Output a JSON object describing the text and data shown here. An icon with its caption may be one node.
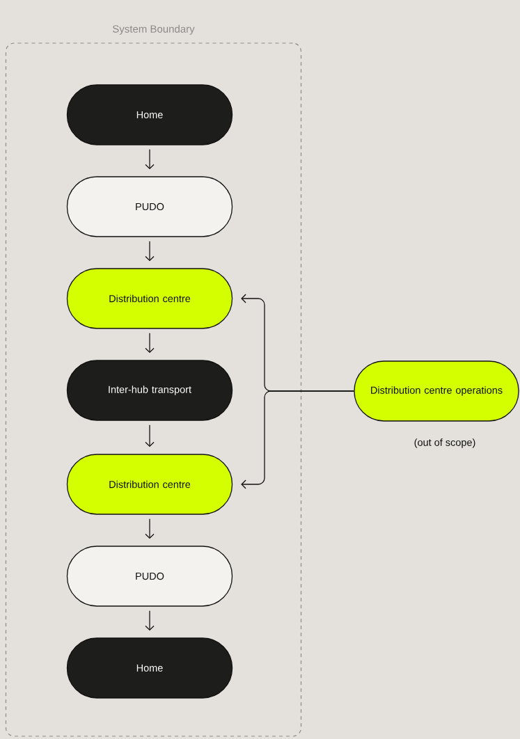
{
  "diagram": {
    "nodes": [
      {
        "text": [
          "System Boundary"
        ]
      },
      {
        "text": [
          "Home"
        ],
        "in": 0
      },
      {
        "text": [
          "PUDO"
        ],
        "in": 0
      },
      {
        "text": [
          "Distribution centre"
        ],
        "in": 0
      },
      {
        "text": [
          "Inter-hub transport"
        ],
        "in": 0
      },
      {
        "text": [
          "Distribution centre"
        ],
        "in": 0
      },
      {
        "text": [
          "PUDO"
        ],
        "in": 0
      },
      {
        "text": [
          "Home"
        ],
        "in": 0
      },
      {
        "text": [
          "Distribution centre operations"
        ],
        "beside": [
          "(out of scope)"
        ]
      }
    ],
    "edges": [
      {
        "from": 1,
        "to": 2,
        "arrow": "to"
      },
      {
        "from": 2,
        "to": 3,
        "arrow": "to"
      },
      {
        "from": 3,
        "to": 4,
        "arrow": "to"
      },
      {
        "from": 4,
        "to": 5,
        "arrow": "to"
      },
      {
        "from": 5,
        "to": 6,
        "arrow": "to"
      },
      {
        "from": 6,
        "to": 7,
        "arrow": "to"
      },
      {
        "from": 8,
        "to": 3,
        "arrow": "to"
      },
      {
        "from": 8,
        "to": 5,
        "arrow": "to"
      }
    ]
  }
}
